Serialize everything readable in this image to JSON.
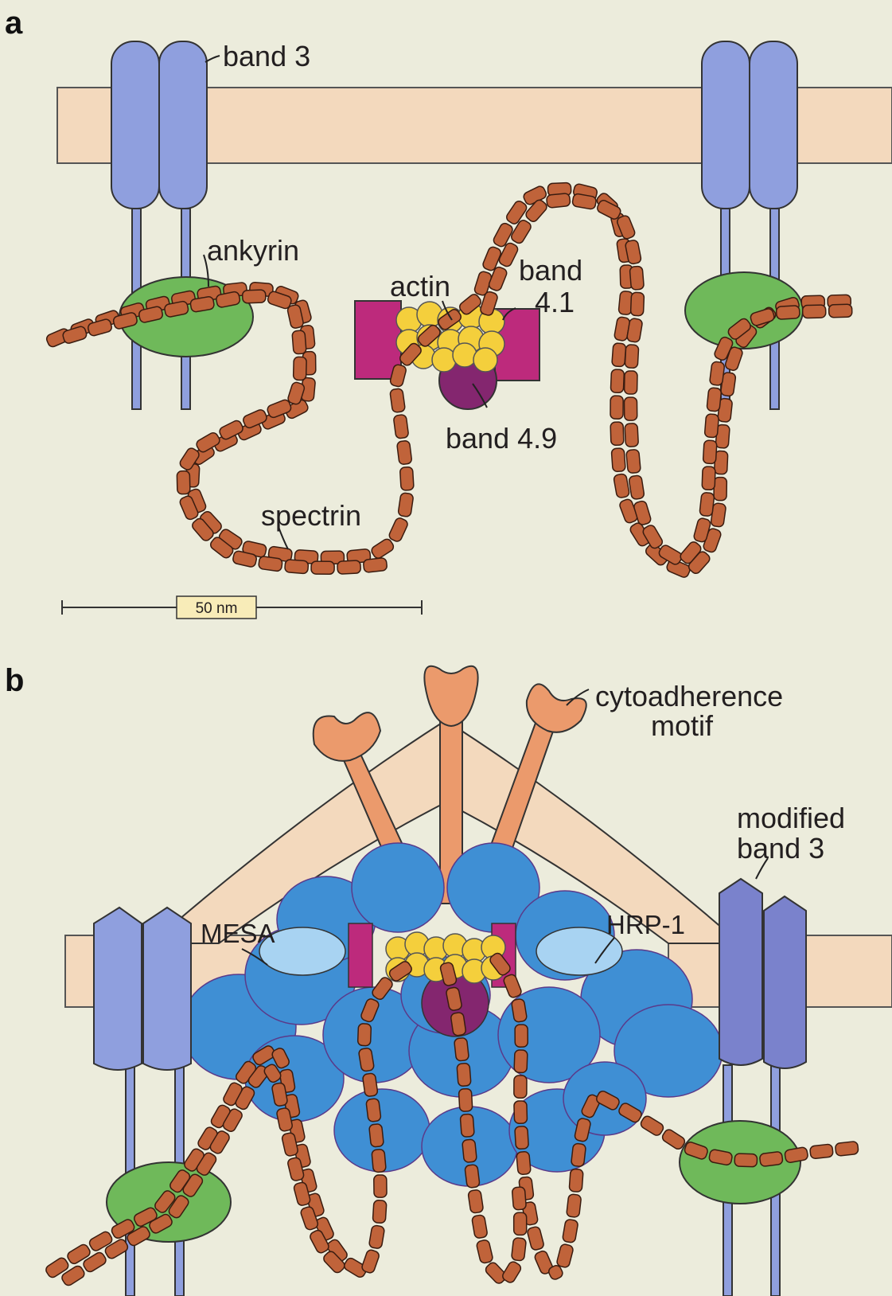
{
  "panel_a": {
    "letter": "a",
    "labels": {
      "band3": "band 3",
      "ankyrin": "ankyrin",
      "actin": "actin",
      "band41_line1": "band",
      "band41_line2": "4.1",
      "band49": "band 4.9",
      "spectrin": "spectrin",
      "scale": "50 nm"
    }
  },
  "panel_b": {
    "letter": "b",
    "labels": {
      "cytoadherence_line1": "cytoadherence",
      "cytoadherence_line2": "motif",
      "modified_band3_line1": "modified",
      "modified_band3_line2": "band 3",
      "hrp1": "HRP-1",
      "mesa": "MESA"
    }
  },
  "colors": {
    "background": "#ececdc",
    "membrane": "#f3d9bd",
    "band3": "#8f9fde",
    "band3_modified": "#7a82cc",
    "ankyrin": "#6fb95a",
    "spectrin": "#c0633a",
    "actin": "#f4cf3c",
    "band41": "#bd2a7c",
    "band49": "#84266f",
    "knob_protein": "#3f8fd4",
    "mesa": "#a8d3f2",
    "cytoadherence": "#eb9a6c"
  }
}
